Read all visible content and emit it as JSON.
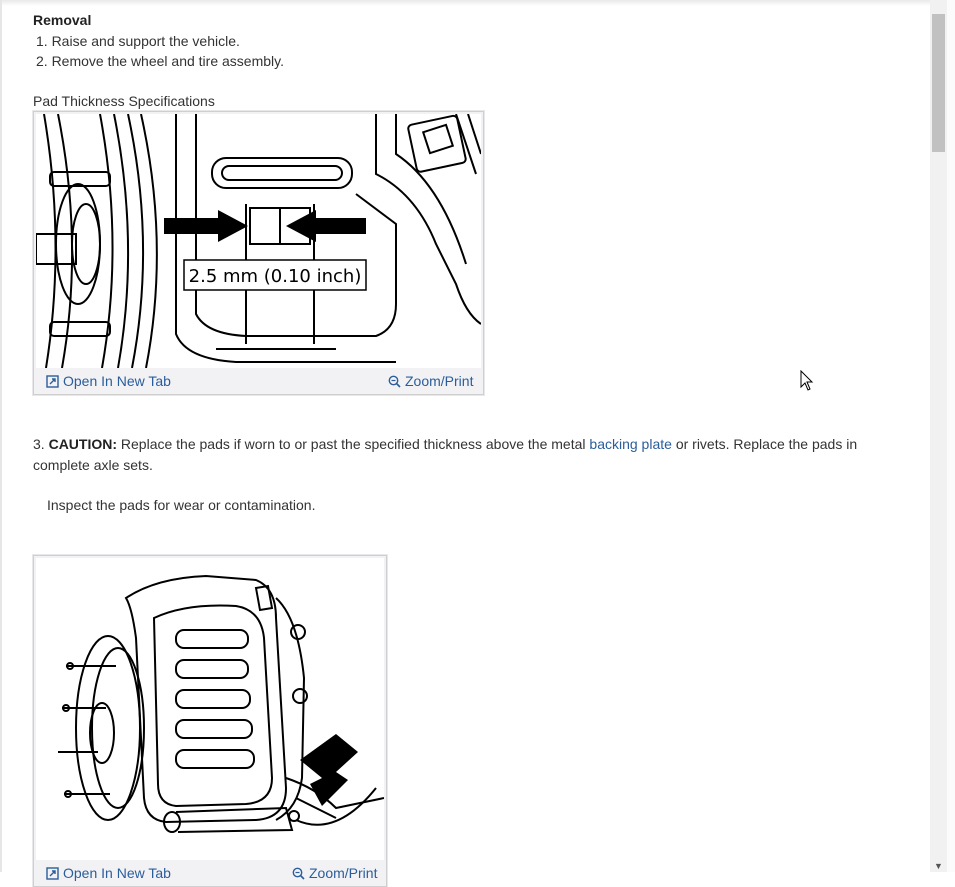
{
  "section": {
    "heading": "Removal",
    "steps": [
      "1. Raise and support the vehicle.",
      "2. Remove the wheel and tire assembly."
    ]
  },
  "figure1": {
    "title": "Pad Thickness Specifications",
    "callout": "2.5 mm (0.10 inch)",
    "open_tab_label": "Open In New Tab",
    "zoom_label": "Zoom/Print"
  },
  "step3": {
    "number": "3.",
    "caution_label": "CAUTION:",
    "text_before_link": "Replace the pads if worn to or past the specified thickness above the metal",
    "link_text": "backing plate",
    "text_after_link": "or rivets. Replace the pads in complete axle sets."
  },
  "inspect_text": "Inspect the pads for wear or contamination.",
  "figure2": {
    "open_tab_label": "Open In New Tab",
    "zoom_label": "Zoom/Print"
  },
  "colors": {
    "link": "#2a5d9c",
    "text": "#333333",
    "figure_bar": "#f2f2f4"
  }
}
